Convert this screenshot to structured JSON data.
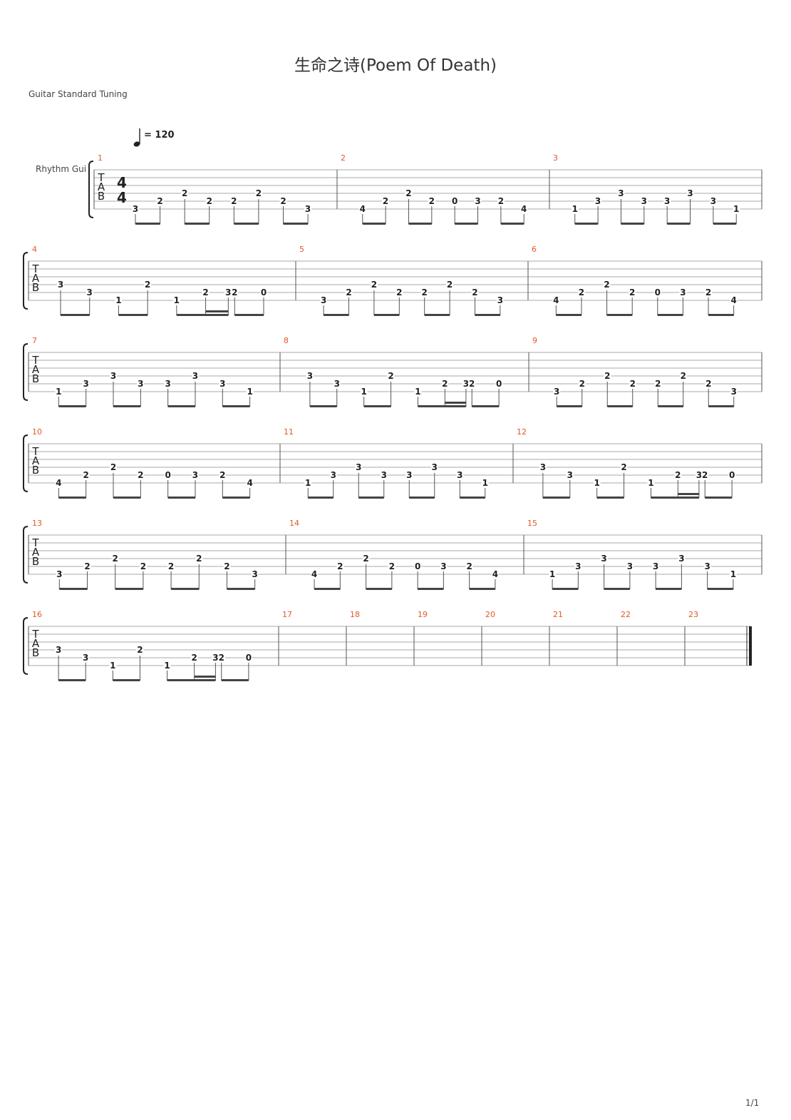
{
  "title": "生命之诗(Poem Of Death)",
  "tuning": "Guitar Standard Tuning",
  "track_label": "Rhythm Gui",
  "tempo": {
    "bpm": 120,
    "label": "= 120"
  },
  "time_signature": {
    "numerator": 4,
    "denominator": 4
  },
  "clef_letters": [
    "T",
    "A",
    "B"
  ],
  "page_number": "1/1",
  "colors": {
    "measure_number": "#e0592a",
    "staff_line": "#aaaaaa",
    "ink": "#222222"
  },
  "measures": [
    {
      "number": "1",
      "notes": [
        {
          "f": "3",
          "s": 5
        },
        {
          "f": "2",
          "s": 4
        },
        {
          "f": "2",
          "s": 3
        },
        {
          "f": "2",
          "s": 4
        },
        {
          "f": "2",
          "s": 4
        },
        {
          "f": "2",
          "s": 3
        },
        {
          "f": "2",
          "s": 4
        },
        {
          "f": "3",
          "s": 5
        }
      ]
    },
    {
      "number": "2",
      "notes": [
        {
          "f": "4",
          "s": 5
        },
        {
          "f": "2",
          "s": 4
        },
        {
          "f": "2",
          "s": 3
        },
        {
          "f": "2",
          "s": 4
        },
        {
          "f": "0",
          "s": 4
        },
        {
          "f": "3",
          "s": 4
        },
        {
          "f": "2",
          "s": 4
        },
        {
          "f": "4",
          "s": 5
        }
      ]
    },
    {
      "number": "3",
      "notes": [
        {
          "f": "1",
          "s": 5
        },
        {
          "f": "3",
          "s": 4
        },
        {
          "f": "3",
          "s": 3
        },
        {
          "f": "3",
          "s": 4
        },
        {
          "f": "3",
          "s": 4
        },
        {
          "f": "3",
          "s": 3
        },
        {
          "f": "3",
          "s": 4
        },
        {
          "f": "1",
          "s": 5
        }
      ]
    },
    {
      "number": "4",
      "notes": [
        {
          "f": "3",
          "s": 3
        },
        {
          "f": "3",
          "s": 4
        },
        {
          "f": "1",
          "s": 5
        },
        {
          "f": "2",
          "s": 3
        },
        {
          "f": "1",
          "s": 5
        },
        {
          "f": "2",
          "s": 4,
          "sx": true
        },
        {
          "f": "3",
          "s": 4,
          "sx": true
        },
        {
          "f": "2",
          "s": 4
        },
        {
          "f": "0",
          "s": 4
        }
      ]
    },
    {
      "number": "5",
      "notes": [
        {
          "f": "3",
          "s": 5
        },
        {
          "f": "2",
          "s": 4
        },
        {
          "f": "2",
          "s": 3
        },
        {
          "f": "2",
          "s": 4
        },
        {
          "f": "2",
          "s": 4
        },
        {
          "f": "2",
          "s": 3
        },
        {
          "f": "2",
          "s": 4
        },
        {
          "f": "3",
          "s": 5
        }
      ]
    },
    {
      "number": "6",
      "notes": [
        {
          "f": "4",
          "s": 5
        },
        {
          "f": "2",
          "s": 4
        },
        {
          "f": "2",
          "s": 3
        },
        {
          "f": "2",
          "s": 4
        },
        {
          "f": "0",
          "s": 4
        },
        {
          "f": "3",
          "s": 4
        },
        {
          "f": "2",
          "s": 4
        },
        {
          "f": "4",
          "s": 5
        }
      ]
    },
    {
      "number": "7",
      "notes": [
        {
          "f": "1",
          "s": 5
        },
        {
          "f": "3",
          "s": 4
        },
        {
          "f": "3",
          "s": 3
        },
        {
          "f": "3",
          "s": 4
        },
        {
          "f": "3",
          "s": 4
        },
        {
          "f": "3",
          "s": 3
        },
        {
          "f": "3",
          "s": 4
        },
        {
          "f": "1",
          "s": 5
        }
      ]
    },
    {
      "number": "8",
      "notes": [
        {
          "f": "3",
          "s": 3
        },
        {
          "f": "3",
          "s": 4
        },
        {
          "f": "1",
          "s": 5
        },
        {
          "f": "2",
          "s": 3
        },
        {
          "f": "1",
          "s": 5
        },
        {
          "f": "2",
          "s": 4,
          "sx": true
        },
        {
          "f": "3",
          "s": 4,
          "sx": true
        },
        {
          "f": "2",
          "s": 4
        },
        {
          "f": "0",
          "s": 4
        }
      ]
    },
    {
      "number": "9",
      "notes": [
        {
          "f": "3",
          "s": 5
        },
        {
          "f": "2",
          "s": 4
        },
        {
          "f": "2",
          "s": 3
        },
        {
          "f": "2",
          "s": 4
        },
        {
          "f": "2",
          "s": 4
        },
        {
          "f": "2",
          "s": 3
        },
        {
          "f": "2",
          "s": 4
        },
        {
          "f": "3",
          "s": 5
        }
      ]
    },
    {
      "number": "10",
      "notes": [
        {
          "f": "4",
          "s": 5
        },
        {
          "f": "2",
          "s": 4
        },
        {
          "f": "2",
          "s": 3
        },
        {
          "f": "2",
          "s": 4
        },
        {
          "f": "0",
          "s": 4
        },
        {
          "f": "3",
          "s": 4
        },
        {
          "f": "2",
          "s": 4
        },
        {
          "f": "4",
          "s": 5
        }
      ]
    },
    {
      "number": "11",
      "notes": [
        {
          "f": "1",
          "s": 5
        },
        {
          "f": "3",
          "s": 4
        },
        {
          "f": "3",
          "s": 3
        },
        {
          "f": "3",
          "s": 4
        },
        {
          "f": "3",
          "s": 4
        },
        {
          "f": "3",
          "s": 3
        },
        {
          "f": "3",
          "s": 4
        },
        {
          "f": "1",
          "s": 5
        }
      ]
    },
    {
      "number": "12",
      "notes": [
        {
          "f": "3",
          "s": 3
        },
        {
          "f": "3",
          "s": 4
        },
        {
          "f": "1",
          "s": 5
        },
        {
          "f": "2",
          "s": 3
        },
        {
          "f": "1",
          "s": 5
        },
        {
          "f": "2",
          "s": 4,
          "sx": true
        },
        {
          "f": "3",
          "s": 4,
          "sx": true
        },
        {
          "f": "2",
          "s": 4
        },
        {
          "f": "0",
          "s": 4
        }
      ]
    },
    {
      "number": "13",
      "notes": [
        {
          "f": "3",
          "s": 5
        },
        {
          "f": "2",
          "s": 4
        },
        {
          "f": "2",
          "s": 3
        },
        {
          "f": "2",
          "s": 4
        },
        {
          "f": "2",
          "s": 4
        },
        {
          "f": "2",
          "s": 3
        },
        {
          "f": "2",
          "s": 4
        },
        {
          "f": "3",
          "s": 5
        }
      ]
    },
    {
      "number": "14",
      "notes": [
        {
          "f": "4",
          "s": 5
        },
        {
          "f": "2",
          "s": 4
        },
        {
          "f": "2",
          "s": 3
        },
        {
          "f": "2",
          "s": 4
        },
        {
          "f": "0",
          "s": 4
        },
        {
          "f": "3",
          "s": 4
        },
        {
          "f": "2",
          "s": 4
        },
        {
          "f": "4",
          "s": 5
        }
      ]
    },
    {
      "number": "15",
      "notes": [
        {
          "f": "1",
          "s": 5
        },
        {
          "f": "3",
          "s": 4
        },
        {
          "f": "3",
          "s": 3
        },
        {
          "f": "3",
          "s": 4
        },
        {
          "f": "3",
          "s": 4
        },
        {
          "f": "3",
          "s": 3
        },
        {
          "f": "3",
          "s": 4
        },
        {
          "f": "1",
          "s": 5
        }
      ]
    },
    {
      "number": "16",
      "notes": [
        {
          "f": "3",
          "s": 3
        },
        {
          "f": "3",
          "s": 4
        },
        {
          "f": "1",
          "s": 5
        },
        {
          "f": "2",
          "s": 3
        },
        {
          "f": "1",
          "s": 5
        },
        {
          "f": "2",
          "s": 4,
          "sx": true
        },
        {
          "f": "3",
          "s": 4,
          "sx": true
        },
        {
          "f": "2",
          "s": 4
        },
        {
          "f": "0",
          "s": 4
        }
      ]
    },
    {
      "number": "17",
      "notes": []
    },
    {
      "number": "18",
      "notes": []
    },
    {
      "number": "19",
      "notes": []
    },
    {
      "number": "20",
      "notes": []
    },
    {
      "number": "21",
      "notes": []
    },
    {
      "number": "22",
      "notes": []
    },
    {
      "number": "23",
      "notes": []
    }
  ]
}
